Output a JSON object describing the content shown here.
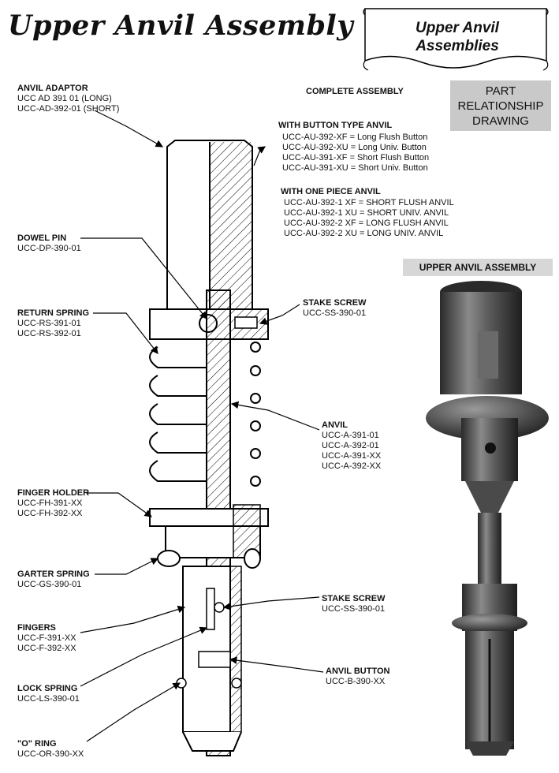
{
  "title": "Upper Anvil Assembly",
  "banner": {
    "line1": "Upper Anvil",
    "line2": "Assemblies"
  },
  "part_relationship": {
    "line1": "PART",
    "line2": "RELATIONSHIP",
    "line3": "DRAWING"
  },
  "complete_assembly": "COMPLETE ASSEMBLY",
  "button_type": {
    "heading": "WITH BUTTON TYPE ANVIL",
    "items": [
      "UCC-AU-392-XF = Long Flush Button",
      "UCC-AU-392-XU = Long Univ. Button",
      "UCC-AU-391-XF = Short Flush Button",
      "UCC-AU-391-XU = Short Univ. Button"
    ]
  },
  "one_piece": {
    "heading": "WITH ONE PIECE ANVIL",
    "items": [
      "UCC-AU-392-1 XF = SHORT FLUSH ANVIL",
      "UCC-AU-392-1 XU = SHORT UNIV. ANVIL",
      "UCC-AU-392-2 XF = LONG FLUSH ANVIL",
      "UCC-AU-392-2 XU = LONG UNIV. ANVIL"
    ]
  },
  "photo_header": "UPPER ANVIL ASSEMBLY",
  "parts": {
    "anvil_adaptor": {
      "name": "ANVIL ADAPTOR",
      "codes": [
        "UCC AD 391 01 (LONG)",
        "UCC-AD-392-01 (SHORT)"
      ]
    },
    "dowel_pin": {
      "name": "DOWEL PIN",
      "codes": [
        "UCC-DP-390-01"
      ]
    },
    "return_spring": {
      "name": "RETURN SPRING",
      "codes": [
        "UCC-RS-391-01",
        "UCC-RS-392-01"
      ]
    },
    "stake_screw_1": {
      "name": "STAKE SCREW",
      "codes": [
        "UCC-SS-390-01"
      ]
    },
    "anvil": {
      "name": "ANVIL",
      "codes": [
        "UCC-A-391-01",
        "UCC-A-392-01",
        "UCC-A-391-XX",
        "UCC-A-392-XX"
      ]
    },
    "finger_holder": {
      "name": "FINGER HOLDER",
      "codes": [
        "UCC-FH-391-XX",
        "UCC-FH-392-XX"
      ]
    },
    "garter_spring": {
      "name": "GARTER SPRING",
      "codes": [
        "UCC-GS-390-01"
      ]
    },
    "stake_screw_2": {
      "name": "STAKE SCREW",
      "codes": [
        "UCC-SS-390-01"
      ]
    },
    "fingers": {
      "name": "FINGERS",
      "codes": [
        "UCC-F-391-XX",
        "UCC-F-392-XX"
      ]
    },
    "anvil_button": {
      "name": "ANVIL BUTTON",
      "codes": [
        "UCC-B-390-XX"
      ]
    },
    "lock_spring": {
      "name": "LOCK SPRING",
      "codes": [
        "UCC-LS-390-01"
      ]
    },
    "o_ring": {
      "name": "\"O\" RING",
      "codes": [
        "UCC-OR-390-XX"
      ]
    }
  }
}
